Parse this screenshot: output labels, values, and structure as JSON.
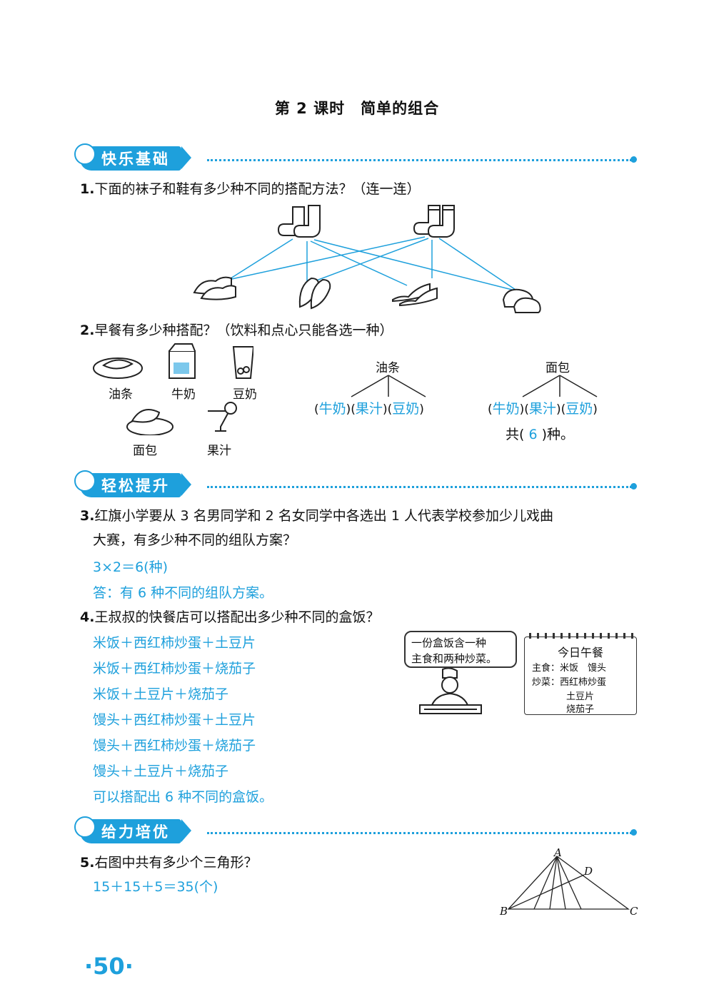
{
  "title": "第 2 课时　简单的组合",
  "sections": {
    "s1": "快乐基础",
    "s2": "轻松提升",
    "s3": "给力培优"
  },
  "q1": {
    "num": "1.",
    "text": "下面的袜子和鞋有多少种不同的搭配方法？（连一连）"
  },
  "q2": {
    "num": "2.",
    "text": "早餐有多少种搭配？（饮料和点心只能各选一种）",
    "items": [
      "油条",
      "牛奶",
      "豆奶",
      "面包",
      "果汁"
    ],
    "tree1": {
      "root": "油条",
      "leaves": [
        "牛奶",
        "果汁",
        "豆奶"
      ]
    },
    "tree2": {
      "root": "面包",
      "leaves": [
        "牛奶",
        "果汁",
        "豆奶"
      ]
    },
    "total_prefix": "共(",
    "total_value": "6",
    "total_suffix": ")种。"
  },
  "q3": {
    "num": "3.",
    "text_line1": "红旗小学要从 3 名男同学和 2 名女同学中各选出 1 人代表学校参加少儿戏曲",
    "text_line2": "大赛，有多少种不同的组队方案？",
    "ans1": "3×2＝6(种)",
    "ans2": "答：有 6 种不同的组队方案。"
  },
  "q4": {
    "num": "4.",
    "text": "王叔叔的快餐店可以搭配出多少种不同的盒饭？",
    "answers": [
      "米饭＋西红柿炒蛋＋土豆片",
      "米饭＋西红柿炒蛋＋烧茄子",
      "米饭＋土豆片＋烧茄子",
      "馒头＋西红柿炒蛋＋土豆片",
      "馒头＋西红柿炒蛋＋烧茄子",
      "馒头＋土豆片＋烧茄子",
      "可以搭配出 6 种不同的盒饭。"
    ],
    "speech_line1": "一份盒饭含一种",
    "speech_line2": "主食和两种炒菜。",
    "menu": {
      "title": "今日午餐",
      "line1": "主食：米饭　馒头",
      "line2": "炒菜：西红柿炒蛋",
      "line3": "土豆片",
      "line4": "烧茄子"
    }
  },
  "q5": {
    "num": "5.",
    "text": "右图中共有多少个三角形？",
    "ans": "15＋15＋5＝35(个)",
    "labels": {
      "a": "A",
      "b": "B",
      "c": "C",
      "d": "D"
    }
  },
  "page_number": "·50·",
  "colors": {
    "accent": "#1ea0dc",
    "text": "#111111"
  }
}
